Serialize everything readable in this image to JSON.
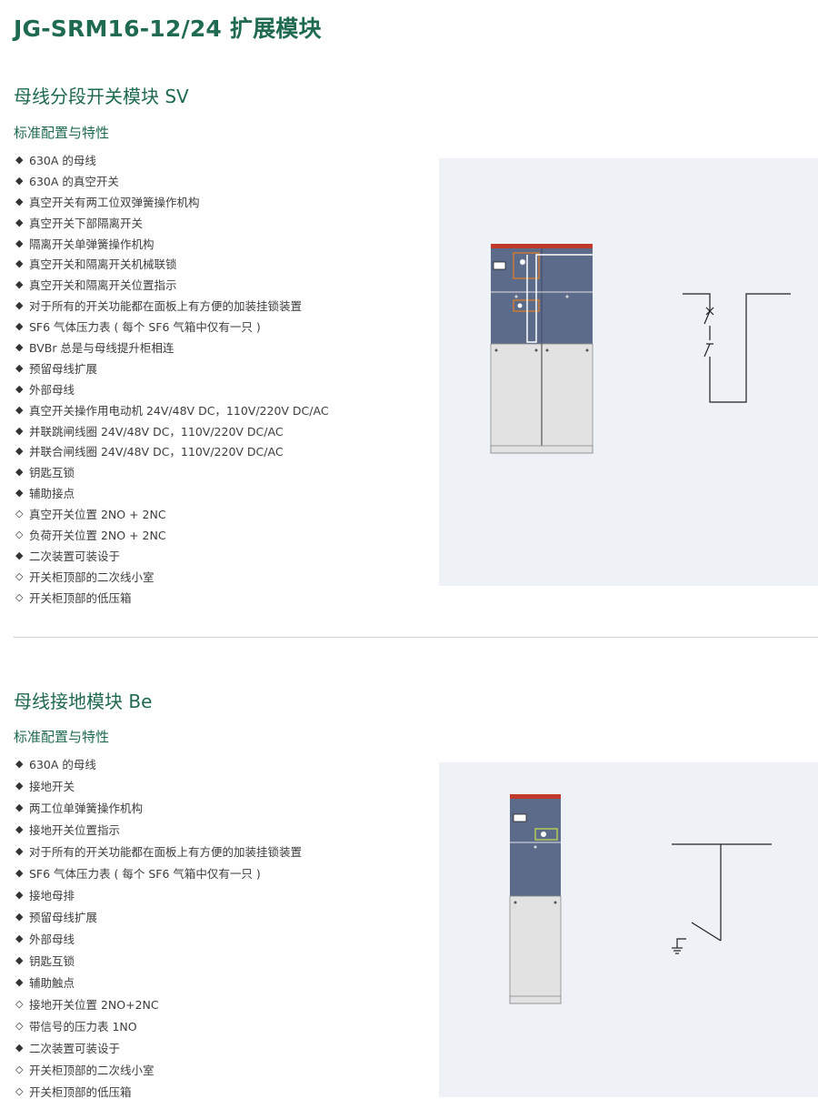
{
  "page_title": "JG-SRM16-12/24 扩展模块",
  "sections": [
    {
      "title": "母线分段开关模块 SV",
      "subtitle": "标准配置与特性",
      "items": [
        {
          "bullet": "◆",
          "text": "630A 的母线"
        },
        {
          "bullet": "◆",
          "text": "630A 的真空开关"
        },
        {
          "bullet": "◆",
          "text": "真空开关有两工位双弹簧操作机构"
        },
        {
          "bullet": "◆",
          "text": "真空开关下部隔离开关"
        },
        {
          "bullet": "◆",
          "text": "隔离开关单弹簧操作机构"
        },
        {
          "bullet": "◆",
          "text": "真空开关和隔离开关机械联锁"
        },
        {
          "bullet": "◆",
          "text": "真空开关和隔离开关位置指示"
        },
        {
          "bullet": "◆",
          "text": "对于所有的开关功能都在面板上有方便的加装挂锁装置"
        },
        {
          "bullet": "◆",
          "text": "SF6 气体压力表 ( 每个 SF6 气箱中仅有一只 )"
        },
        {
          "bullet": "◆",
          "text": "BVBr 总是与母线提升柜相连"
        },
        {
          "bullet": "◆",
          "text": "预留母线扩展"
        },
        {
          "bullet": "◆",
          "text": "外部母线"
        },
        {
          "bullet": "◆",
          "text": "真空开关操作用电动机 24V/48V DC，110V/220V DC/AC"
        },
        {
          "bullet": "◆",
          "text": "并联跳闸线圈 24V/48V DC，110V/220V DC/AC"
        },
        {
          "bullet": "◆",
          "text": "并联合闸线圈 24V/48V DC，110V/220V DC/AC"
        },
        {
          "bullet": "◆",
          "text": "钥匙互锁"
        },
        {
          "bullet": "◆",
          "text": "辅助接点"
        },
        {
          "bullet": "◇",
          "text": "真空开关位置 2NO + 2NC"
        },
        {
          "bullet": "◇",
          "text": "负荷开关位置 2NO + 2NC"
        },
        {
          "bullet": "◆",
          "text": "二次装置可装设于"
        },
        {
          "bullet": "◇",
          "text": "开关柜顶部的二次线小室"
        },
        {
          "bullet": "◇",
          "text": "开关柜顶部的低压箱"
        }
      ]
    },
    {
      "title": "母线接地模块 Be",
      "subtitle": "标准配置与特性",
      "items": [
        {
          "bullet": "◆",
          "text": "630A 的母线"
        },
        {
          "bullet": "◆",
          "text": "接地开关"
        },
        {
          "bullet": "◆",
          "text": "两工位单弹簧操作机构"
        },
        {
          "bullet": "◆",
          "text": "接地开关位置指示"
        },
        {
          "bullet": "◆",
          "text": "对于所有的开关功能都在面板上有方便的加装挂锁装置"
        },
        {
          "bullet": "◆",
          "text": "SF6 气体压力表 ( 每个 SF6 气箱中仅有一只 )"
        },
        {
          "bullet": "◆",
          "text": "接地母排"
        },
        {
          "bullet": "◆",
          "text": "预留母线扩展"
        },
        {
          "bullet": "◆",
          "text": "外部母线"
        },
        {
          "bullet": "◆",
          "text": "钥匙互锁"
        },
        {
          "bullet": "◆",
          "text": "辅助触点"
        },
        {
          "bullet": "◇",
          "text": "接地开关位置 2NO+2NC"
        },
        {
          "bullet": "◇",
          "text": "带信号的压力表 1NO"
        },
        {
          "bullet": "◆",
          "text": "二次装置可装设于"
        },
        {
          "bullet": "◇",
          "text": "开关柜顶部的二次线小室"
        },
        {
          "bullet": "◇",
          "text": "开关柜顶部的低压箱"
        }
      ]
    }
  ],
  "colors": {
    "title_green": "#1f6a50",
    "cabinet_blue": "#5d6b8a",
    "cabinet_red": "#c0392b",
    "cabinet_grey": "#e2e2e2",
    "figure_bg": "#eef1f6"
  }
}
